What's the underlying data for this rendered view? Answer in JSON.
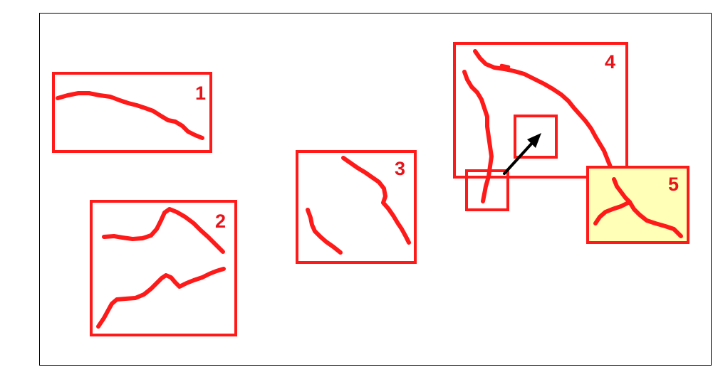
{
  "panels": [
    {
      "id": "1",
      "label": "1",
      "highlighted": false
    },
    {
      "id": "2",
      "label": "2",
      "highlighted": false
    },
    {
      "id": "3",
      "label": "3",
      "highlighted": false
    },
    {
      "id": "4",
      "label": "4",
      "highlighted": false
    },
    {
      "id": "5",
      "label": "5",
      "highlighted": true
    }
  ],
  "colors": {
    "outline": "#ff1a1a",
    "label": "#e8141a",
    "highlight_fill": "#ffffb8",
    "arrow": "#000000",
    "frame": "#000000"
  },
  "arrow": {
    "from_panel": "inset-small-box",
    "to_panel": "inset-large-box",
    "icon": "arrow-up-right-icon"
  }
}
